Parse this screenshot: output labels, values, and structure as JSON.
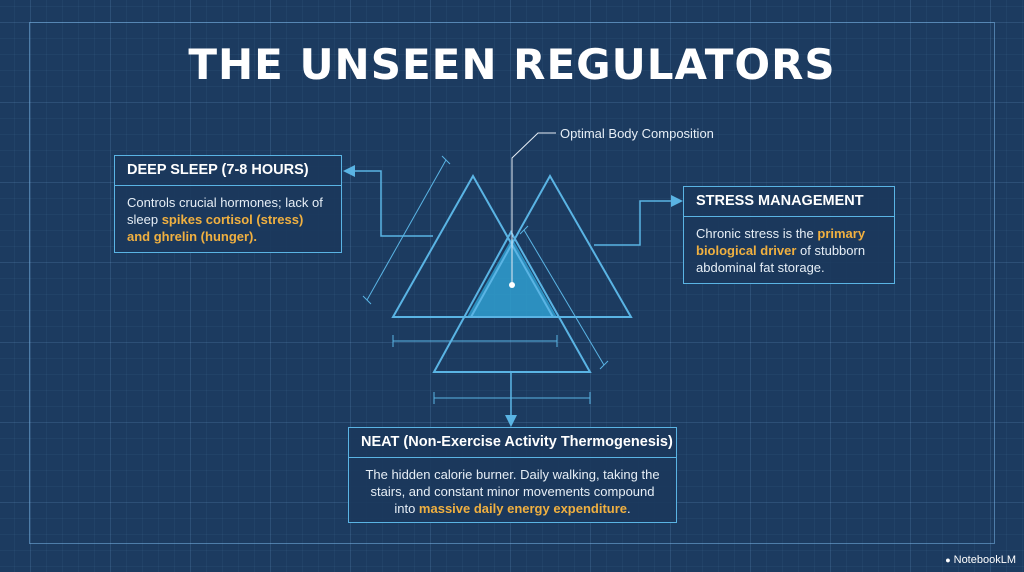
{
  "title": "THE UNSEEN REGULATORS",
  "callout": {
    "label": "Optimal Body Composition"
  },
  "boxes": {
    "sleep": {
      "heading": "DEEP SLEEP (7-8 HOURS)",
      "text_plain": "Controls crucial hormones; lack of sleep ",
      "text_highlight": "spikes cortisol (stress) and ghrelin (hunger).",
      "text_after": ""
    },
    "stress": {
      "heading": "STRESS MANAGEMENT",
      "text_plain": "Chronic stress is the ",
      "text_highlight": "primary biological driver",
      "text_after": " of stubborn abdominal fat storage."
    },
    "neat": {
      "heading": "NEAT (Non-Exercise Activity Thermogenesis)",
      "text_plain": "The hidden calorie burner. Daily walking, taking the stairs, and constant minor movements compound into ",
      "text_highlight": "massive daily energy expenditure",
      "text_after": "."
    }
  },
  "brand": {
    "label": "NotebookLM"
  },
  "colors": {
    "background": "#1c3b60",
    "line": "#5ab4e4",
    "highlight": "#f0b040",
    "center_fill": "#2f9fd0"
  }
}
